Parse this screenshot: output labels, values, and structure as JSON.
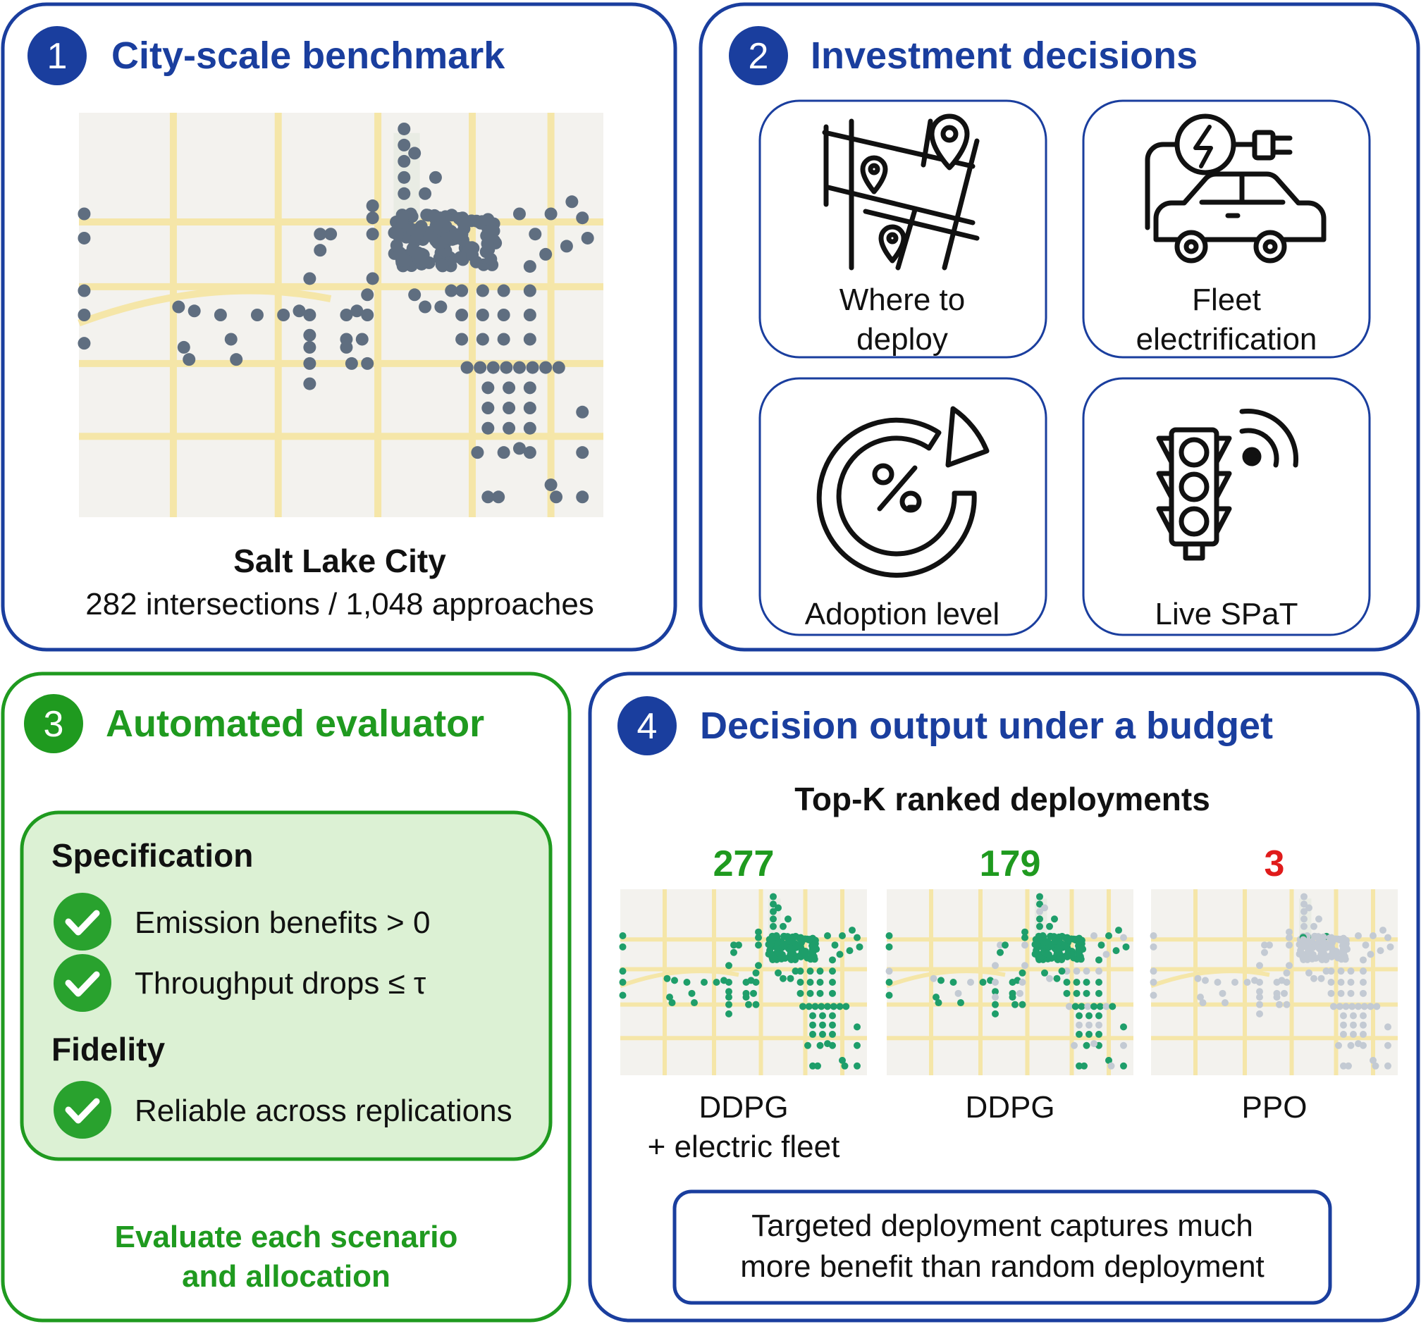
{
  "colors": {
    "blue": "#1a3e9e",
    "green": "#1f9a1f",
    "red": "#e01b1b",
    "dot_dark": "#5f6e80",
    "dot_green": "#1e9e6a",
    "dot_gray": "#c3cad3",
    "green_fill": "#dcf1d4"
  },
  "panel1": {
    "number": "1",
    "title": "City-scale benchmark",
    "city": "Salt Lake City",
    "stats": "282 intersections / 1,048 approaches"
  },
  "panel2": {
    "number": "2",
    "title": "Investment decisions",
    "cards": [
      {
        "icon": "map-pin-icon",
        "line1": "Where to",
        "line2": "deploy"
      },
      {
        "icon": "ev-charging-icon",
        "line1": "Fleet",
        "line2": "electrification"
      },
      {
        "icon": "percent-gauge-icon",
        "line1": "Adoption level"
      },
      {
        "icon": "traffic-light-icon",
        "line1": "Live SPaT"
      }
    ]
  },
  "panel3": {
    "number": "3",
    "title": "Automated evaluator",
    "spec_heading": "Specification",
    "checks": [
      "Emission benefits > 0",
      "Throughput drops ≤ τ"
    ],
    "fidelity_heading": "Fidelity",
    "fidelity_checks": [
      "Reliable across replications"
    ],
    "footer_line1": "Evaluate each scenario",
    "footer_line2": "and allocation"
  },
  "panel4": {
    "number": "4",
    "title": "Decision output under a budget",
    "subtitle": "Top-K ranked deployments",
    "results": [
      {
        "count": "277",
        "count_color": "#1f9a1f",
        "line1": "DDPG",
        "line2": "+ electric fleet",
        "highlight": "all"
      },
      {
        "count": "179",
        "count_color": "#1f9a1f",
        "line1": "DDPG",
        "line2": "",
        "highlight": "most"
      },
      {
        "count": "3",
        "count_color": "#e01b1b",
        "line1": "PPO",
        "line2": "",
        "highlight": "few"
      }
    ],
    "note_line1": "Targeted deployment captures much",
    "note_line2": "more benefit than random deployment"
  }
}
